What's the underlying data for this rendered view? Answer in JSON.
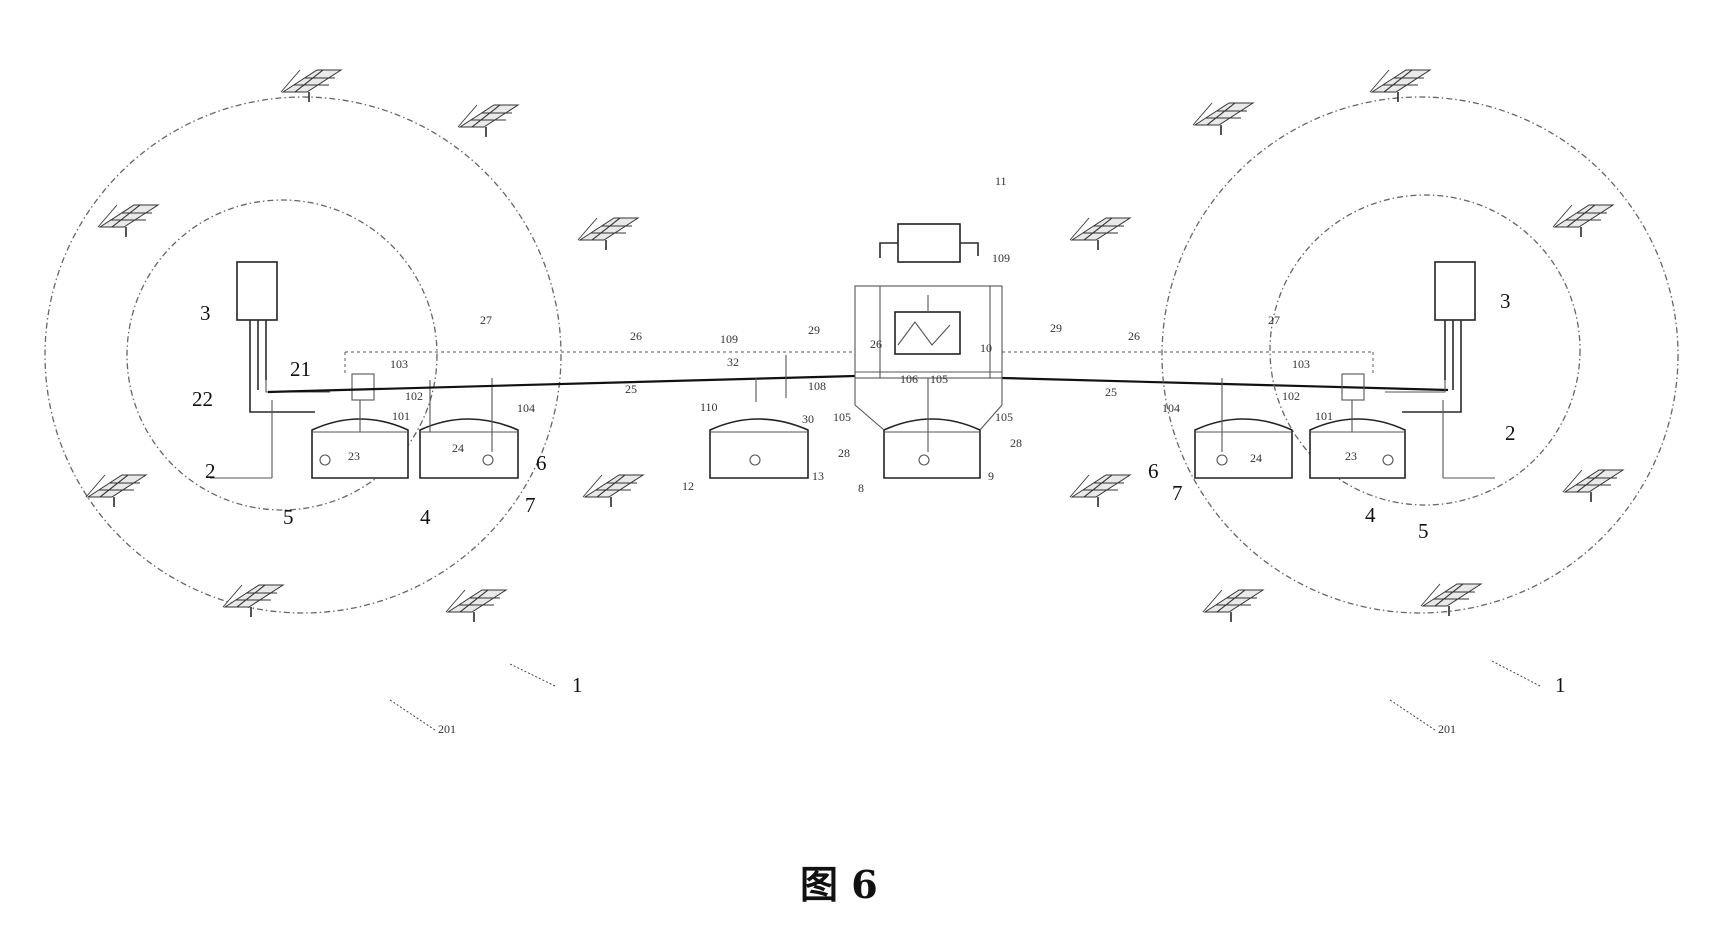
{
  "caption": "图 6",
  "labels": {
    "n1": "1",
    "n2": "2",
    "n3": "3",
    "n4": "4",
    "n5": "5",
    "n6": "6",
    "n7": "7",
    "n8": "8",
    "n9": "9",
    "n10": "10",
    "n11": "11",
    "n12": "12",
    "n13": "13",
    "n21": "21",
    "n22": "22",
    "n23": "23",
    "n24": "24",
    "n25": "25",
    "n26": "26",
    "n27": "27",
    "n28": "28",
    "n29": "29",
    "n30": "30",
    "n32": "32",
    "n101": "101",
    "n102": "102",
    "n103": "103",
    "n104": "104",
    "n105": "105",
    "n106": "106",
    "n108": "108",
    "n109": "109",
    "n110": "110",
    "n201": "201"
  }
}
